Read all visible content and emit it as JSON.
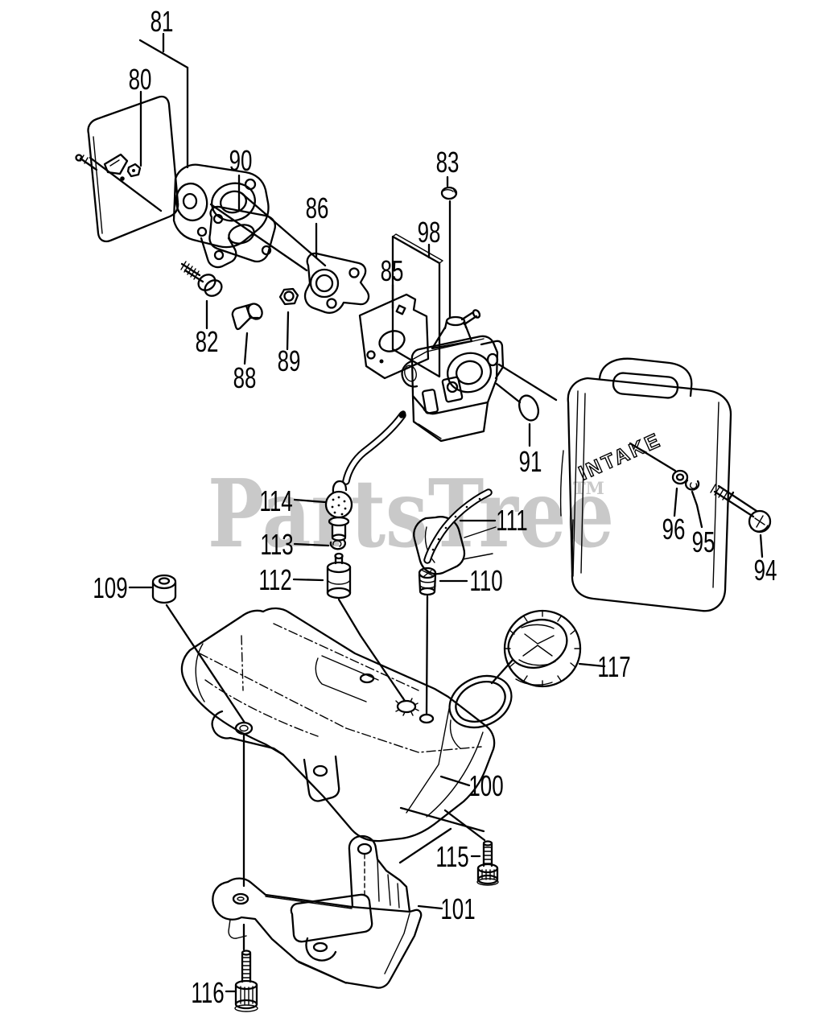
{
  "watermark": {
    "text": "PartsTree",
    "tm_symbol": "TM",
    "color": "#c9c9c9"
  },
  "diagram": {
    "background": "#ffffff",
    "line_color": "#000000",
    "emboss_text": "INTAKE",
    "labels": {
      "80": "80",
      "81": "81",
      "82": "82",
      "83": "83",
      "85": "85",
      "86": "86",
      "88": "88",
      "89": "89",
      "90": "90",
      "91": "91",
      "94": "94",
      "95": "95",
      "96": "96",
      "98": "98",
      "100": "100",
      "101": "101",
      "109": "109",
      "110": "110",
      "111": "111",
      "112": "112",
      "113": "113",
      "114": "114",
      "115": "115",
      "116": "116",
      "117": "117"
    }
  }
}
